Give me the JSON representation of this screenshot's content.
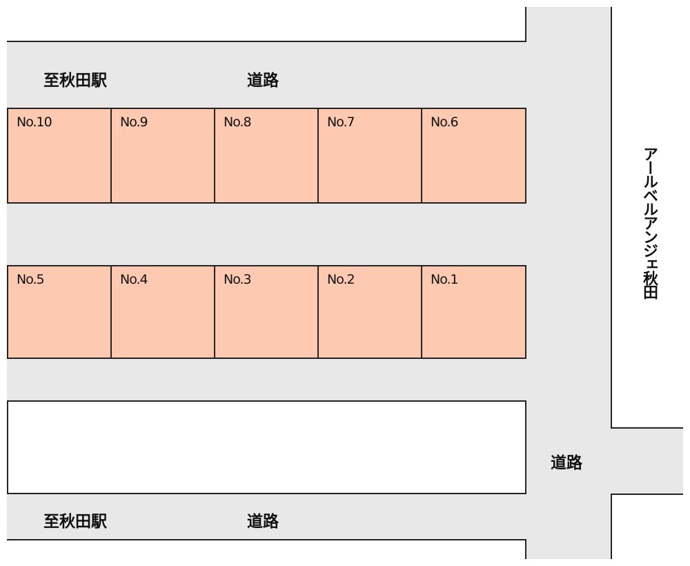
{
  "colors": {
    "road": "#e8e8e8",
    "lot": "#fdc9b0",
    "line": "#222222"
  },
  "labels": {
    "top_left_direction": "至秋田駅",
    "top_road": "道路",
    "bottom_left_direction": "至秋田駅",
    "bottom_road": "道路",
    "right_road": "道路",
    "vertical_street": "アールベルアンジェ秋田"
  },
  "lots_top_row": [
    "No.10",
    "No.9",
    "No.8",
    "No.7",
    "No.6"
  ],
  "lots_bottom_row": [
    "No.5",
    "No.4",
    "No.3",
    "No.2",
    "No.1"
  ]
}
